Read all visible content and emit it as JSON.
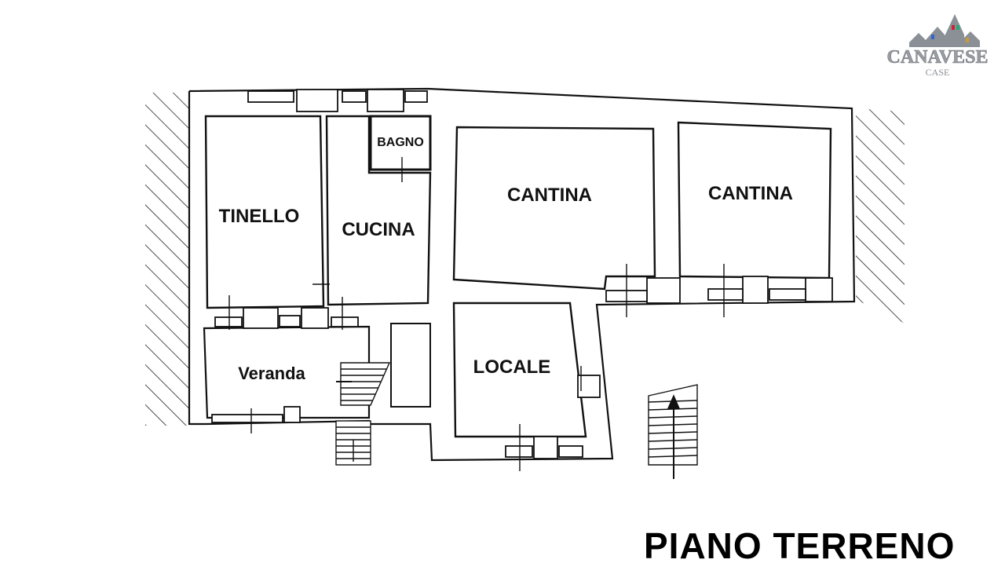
{
  "plan": {
    "title": "PIANO TERRENO",
    "rooms": {
      "tinello": "TINELLO",
      "cucina": "CUCINA",
      "bagno": "BAGNO",
      "cantina_1": "CANTINA",
      "cantina_2": "CANTINA",
      "locale": "LOCALE",
      "veranda": "Veranda"
    }
  },
  "logo": {
    "name": "CANAVESE",
    "sub": "CASE",
    "color": "#9a9ea4"
  }
}
